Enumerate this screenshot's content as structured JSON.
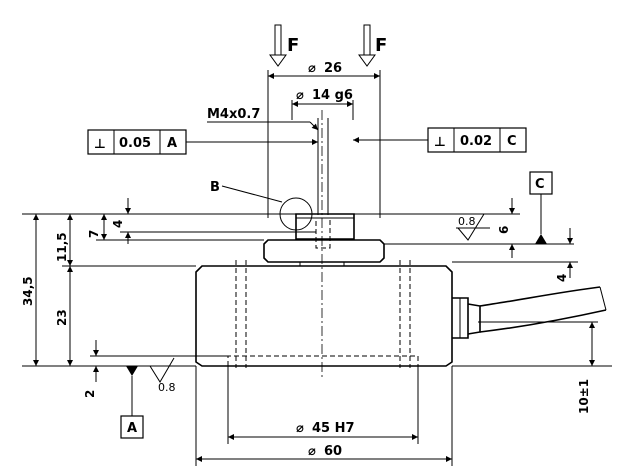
{
  "force": {
    "label": "F"
  },
  "dims": {
    "d26": "26",
    "d14": "14 g6",
    "thread": "M4x0.7",
    "d45": "45 H7",
    "d60": "60",
    "h345": "34,5",
    "h115": "11,5",
    "h7": "7",
    "h4a": "4",
    "h23": "23",
    "h2": "2",
    "h6": "6",
    "h4b": "4",
    "h10": "10±1"
  },
  "diameter_symbol": "⌀",
  "tolerance_left": {
    "symbol": "⊥",
    "value": "0.05",
    "datum": "A"
  },
  "tolerance_right": {
    "symbol": "⊥",
    "value": "0.02",
    "datum": "C"
  },
  "callout": {
    "label": "B"
  },
  "datums": {
    "a": "A",
    "c": "C"
  },
  "roughness": {
    "top": "0.8",
    "bottom": "0.8"
  }
}
